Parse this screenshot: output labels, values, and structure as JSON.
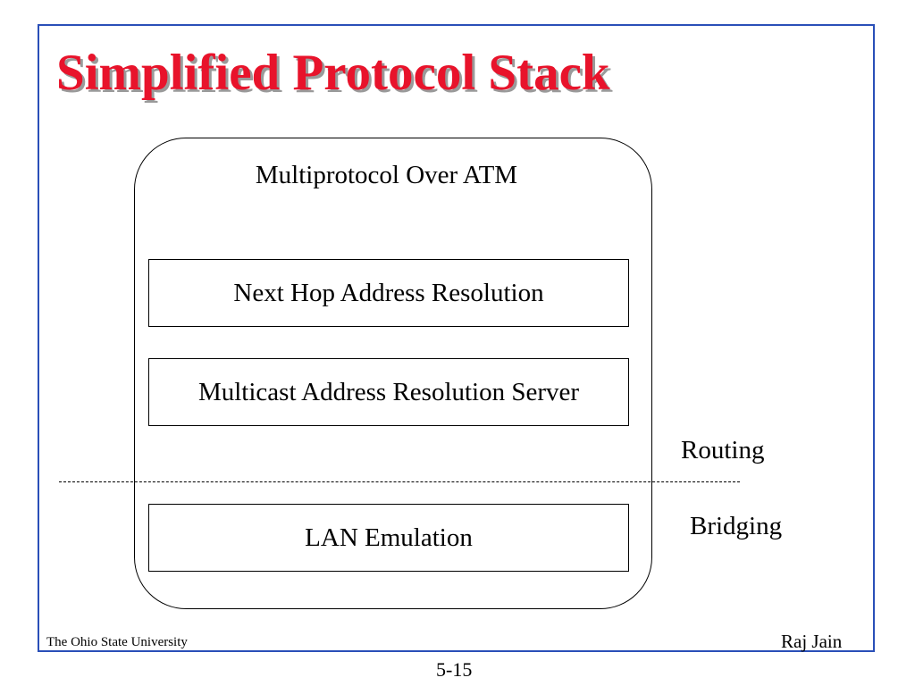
{
  "slide": {
    "title": "Simplified Protocol Stack",
    "title_color": "#e8132b",
    "frame_color": "#2a4fb8"
  },
  "diagram": {
    "outer_label": "Multiprotocol Over ATM",
    "layers": [
      "Next Hop Address Resolution",
      "Multicast Address Resolution Server",
      "LAN Emulation"
    ],
    "routing_label": "Routing",
    "bridging_label": "Bridging"
  },
  "footer": {
    "institution": "The Ohio State University",
    "author": "Raj Jain",
    "page": "5-15"
  }
}
